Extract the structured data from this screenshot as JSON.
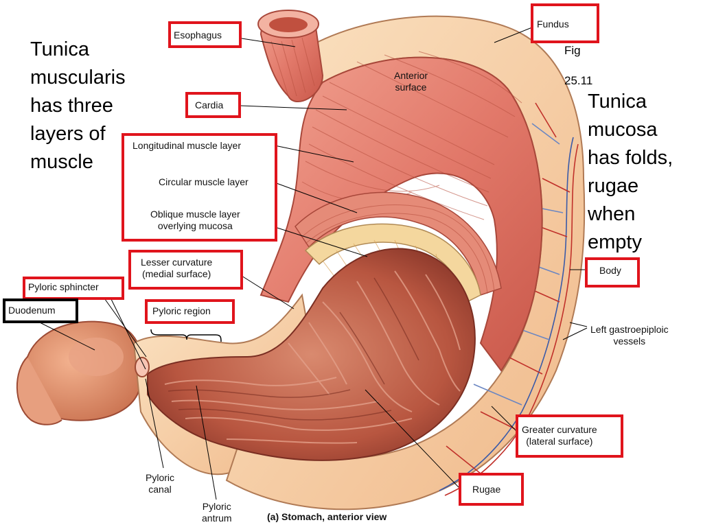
{
  "labels": {
    "esophagus": "Esophagus",
    "fundus": "Fundus",
    "cardia": "Cardia",
    "anterior_surface": "Anterior\nsurface",
    "longitudinal": "Longitudinal muscle layer",
    "circular": "Circular muscle layer",
    "oblique": "Oblique muscle layer\noverlying mucosa",
    "lesser_curvature": "Lesser curvature\n(medial surface)",
    "pyloric_sphincter": "Pyloric sphincter",
    "duodenum": "Duodenum",
    "pyloric_region": "Pyloric region",
    "body": "Body",
    "left_gastroepiploic": "Left gastroepiploic\nvessels",
    "greater_curvature": "Greater curvature\n(lateral surface)",
    "rugae": "Rugae",
    "pyloric_canal": "Pyloric\ncanal",
    "pyloric_antrum": "Pyloric\nantrum",
    "caption": "(a) Stomach, anterior view"
  },
  "notes": {
    "muscularis": "Tunica\nmuscularis\nhas three\nlayers of\nmuscle",
    "mucosa": "Tunica\nmucosa\nhas folds,\nrugae\nwhen\nempty",
    "fig": "Fig",
    "fig_num": "25.11"
  },
  "colors": {
    "highlight_box": "#e0141c",
    "duodenum_box": "#000000",
    "muscle": "#e07a6a",
    "serosa": "#f2c79a",
    "mucosa": "#c9674f"
  }
}
